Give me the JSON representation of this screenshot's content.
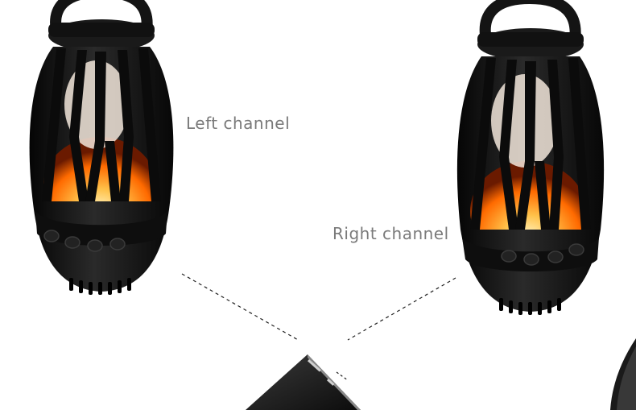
{
  "labels": {
    "left_channel": "Left channel",
    "right_channel": "Right channel"
  },
  "colors": {
    "background": "#ffffff",
    "lantern_body": "#141414",
    "flame_core": "#ffd27a",
    "flame_edge": "#ff5a00",
    "label_text": "#7a7a7a"
  },
  "icons": [
    "left-speaker-lantern",
    "right-speaker-lantern",
    "phone-device",
    "connection-line"
  ]
}
